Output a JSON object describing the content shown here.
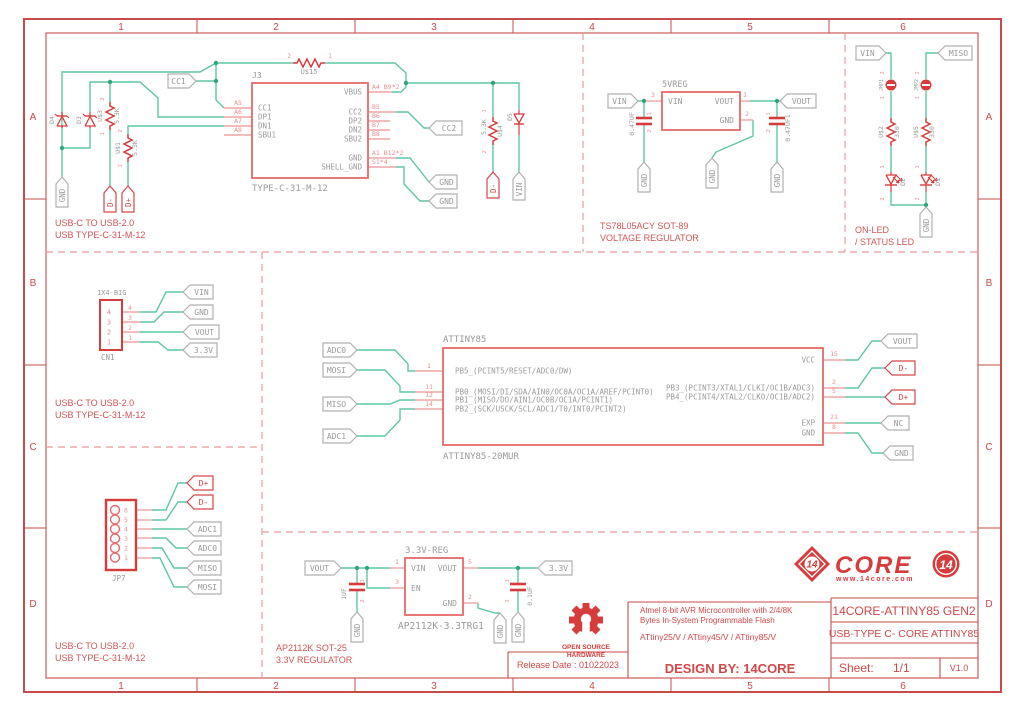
{
  "border": {
    "cols": [
      "1",
      "2",
      "3",
      "4",
      "5",
      "6"
    ],
    "rows": [
      "A",
      "B",
      "C",
      "D"
    ]
  },
  "labels": {
    "gnd": "GND",
    "vin": "VIN",
    "vout": "VOUT",
    "v33": "3.3V",
    "miso": "MISO",
    "mosi": "MOSI",
    "adc0": "ADC0",
    "adc1": "ADC1",
    "cc1": "CC1",
    "cc2": "CC2",
    "dp": "D+",
    "dm": "D-",
    "nc": "NC",
    "one": "1",
    "two": "2"
  },
  "captions": {
    "usb1": "USB-C TO USB-2.0",
    "usb2": "USB TYPE-C-31-M-12",
    "vr1": "TS78L05ACY SOT-89",
    "vr2": "VOLTAGE REGULATOR",
    "led1": "ON-LED",
    "led2": "/ STATUS LED",
    "reg1": "AP2112K SOT-25",
    "reg2": "3.3V REGULATOR"
  },
  "typec": {
    "ref": "J3",
    "value": "TYPE-C-31-M-12",
    "left": [
      {
        "pad": "A5",
        "name": "CC1"
      },
      {
        "pad": "A6",
        "name": "DP1"
      },
      {
        "pad": "A7",
        "name": "DN1"
      },
      {
        "pad": "A8",
        "name": "SBU1"
      }
    ],
    "right": [
      {
        "pad": "A4  B9*2",
        "name": "VBUS"
      },
      {
        "pad": "B5",
        "name": "CC2"
      },
      {
        "pad": "B6",
        "name": "DP2"
      },
      {
        "pad": "B7",
        "name": "DN2"
      },
      {
        "pad": "B8",
        "name": "SBU2"
      },
      {
        "pad": "A1  B12*2",
        "name": "GND"
      },
      {
        "pad": "S1*4",
        "name": "SHELL_GND"
      }
    ]
  },
  "parts": {
    "d4": "D4",
    "d3": "D3",
    "d5": "D5",
    "d1": "D1",
    "d2": "D2",
    "u1": "U$1",
    "u3": "U$3",
    "u4": "U$4",
    "u15": "U$15",
    "u2": "U$2",
    "u5": "U$5",
    "r53": "5.3K",
    "r330": "330",
    "jmp1": "JMP1",
    "jmp2": "JMP2",
    "c047": "0.47UF",
    "c0471": "0.47UF1",
    "c1u": "1UF",
    "c01u": "0.1UF"
  },
  "vreg5": {
    "title": "5VREG",
    "vin": "VIN",
    "vout": "VOUT",
    "gnd": "GND",
    "p_vin": "3",
    "p_vout": "1",
    "p_gnd": "2"
  },
  "reg33": {
    "title": "3.3V-REG",
    "value": "AP2112K-3.3TRG1",
    "vin": "VIN",
    "vout": "VOUT",
    "en": "EN",
    "gnd": "GND",
    "p_vin": "1",
    "p_en": "3",
    "p_vout": "5",
    "p_gnd": "2"
  },
  "cn1": {
    "header": "1X4-BIG",
    "ref": "CN1",
    "pins": [
      "4",
      "3",
      "2",
      "1"
    ]
  },
  "jp7": {
    "ref": "JP7",
    "pins": [
      "6",
      "5",
      "4",
      "3",
      "2",
      "1"
    ]
  },
  "attiny": {
    "ref": "ATTINY85",
    "value": "ATTINY85-20MUR",
    "left": [
      {
        "num": "1",
        "name": "PB5_(PCINT5/RESET/ADC0/DW)"
      },
      {
        "num": "11",
        "name": "PB0_(MOSI/DI/SDA/AIN0/OC0A/OC1A/AREF/PCINT0)"
      },
      {
        "num": "12",
        "name": "PB1_(MISO/DO/AIN1/OC0B/OC1A/PCINT1)"
      },
      {
        "num": "14",
        "name": "PB2_(SCK/USCK/SCL/ADC1/T0/INT0/PCINT2)"
      }
    ],
    "right": [
      {
        "num": "15",
        "name": "VCC"
      },
      {
        "num": "2",
        "name": "PB3_(PCINT3/XTAL1/CLKI/OC1B/ADC3)"
      },
      {
        "num": "5",
        "name": "PB4_(PCINT4/XTAL2/CLKO/OC1B/ADC2)"
      },
      {
        "num": "21",
        "name": "EXP"
      },
      {
        "num": "8",
        "name": "GND"
      }
    ]
  },
  "titleblock": {
    "desc1": "Atmel 8-bit AVR Microcontroller with 2/4/8K",
    "desc2": "Bytes In-System Programmable Flash",
    "desc3": "ATtiny25/V / ATtiny45/V / ATtiny85/V",
    "design": "DESIGN BY: 14CORE",
    "title1": "14CORE-ATTINY85 GEN2",
    "title2": "USB-TYPE C- CORE ATTINY85",
    "sheet": "Sheet:",
    "sheetval": "1/1",
    "version": "V1.0",
    "release": "Release Date : 01022023",
    "oshw1": "OPEN SOURCE",
    "oshw2": "HARDWARE"
  },
  "logo": {
    "word": "CORE",
    "num": "14",
    "url": "www.14core.com"
  }
}
